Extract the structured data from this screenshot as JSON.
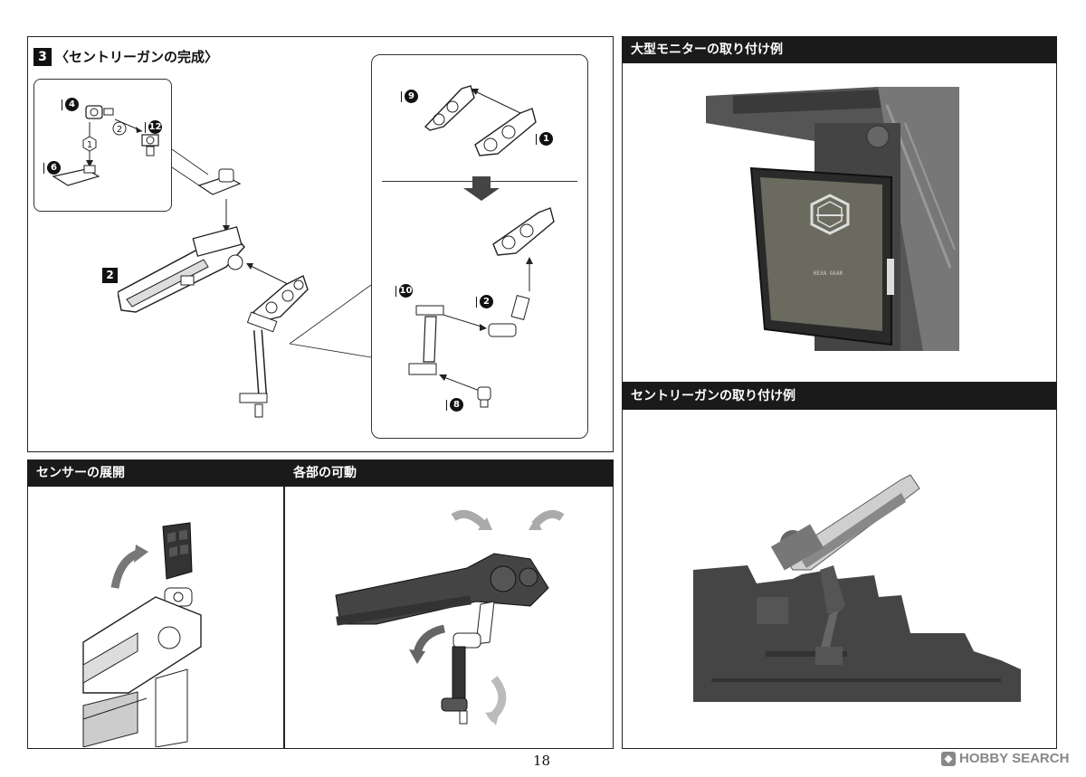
{
  "step": {
    "number": "3",
    "title": "〈セントリーガンの完成〉"
  },
  "parts": {
    "p4": "4",
    "p12": "12",
    "p6": "6",
    "p2": "2",
    "p9": "9",
    "p1": "1",
    "p10": "10",
    "p8": "8",
    "seq1": "1",
    "seq2": "2"
  },
  "sections": {
    "sensor": "センサーの展開",
    "movement": "各部の可動",
    "monitor_example": "大型モニターの取り付け例",
    "sentry_example": "セントリーガンの取り付け例"
  },
  "monitor_logo": "HEXA GEAR",
  "footer": {
    "page": "18",
    "brand": "HOBBY SEARCH"
  },
  "colors": {
    "header_bg": "#1a1a1a",
    "arrow_gray": "#888888"
  }
}
